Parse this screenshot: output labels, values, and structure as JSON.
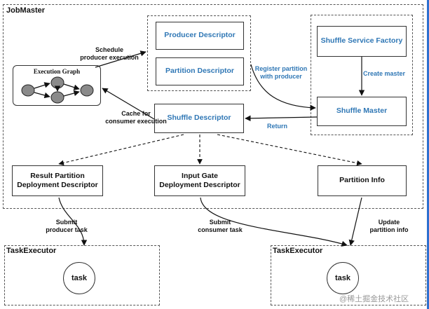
{
  "job_master": {
    "title": "JobMaster"
  },
  "execution_graph": {
    "title": "Execution Graph"
  },
  "producer_descriptor": {
    "label": "Producer Descriptor"
  },
  "partition_descriptor": {
    "label": "Partition Descriptor"
  },
  "shuffle_service_factory": {
    "label": "Shuffle Service Factory"
  },
  "shuffle_master": {
    "label": "Shuffle Master"
  },
  "shuffle_descriptor": {
    "label": "Shuffle Descriptor"
  },
  "result_partition": {
    "label_line1": "Result Partition",
    "label_line2": "Deployment Descriptor"
  },
  "input_gate": {
    "label_line1": "Input Gate",
    "label_line2": "Deployment Descriptor"
  },
  "partition_info": {
    "label": "Partition Info"
  },
  "edge_labels": {
    "schedule_line1": "Schedule",
    "schedule_line2": "producer execution",
    "register_line1": "Register partition",
    "register_line2": "with producer",
    "create_master": "Create master",
    "return": "Return",
    "cache_line1": "Cache for",
    "cache_line2": "consumer execution",
    "submit_producer_line1": "Submit",
    "submit_producer_line2": "producer task",
    "submit_consumer_line1": "Submit",
    "submit_consumer_line2": "consumer task",
    "update_line1": "Update",
    "update_line2": "partition info"
  },
  "task_executor_left": {
    "title": "TaskExecutor",
    "task": "task"
  },
  "task_executor_right": {
    "title": "TaskExecutor",
    "task": "task"
  },
  "watermark": {
    "text": "@稀土掘金技术社区"
  },
  "colors": {
    "accent_blue": "#2f77b5",
    "edge_blue": "#2d6fcf"
  }
}
